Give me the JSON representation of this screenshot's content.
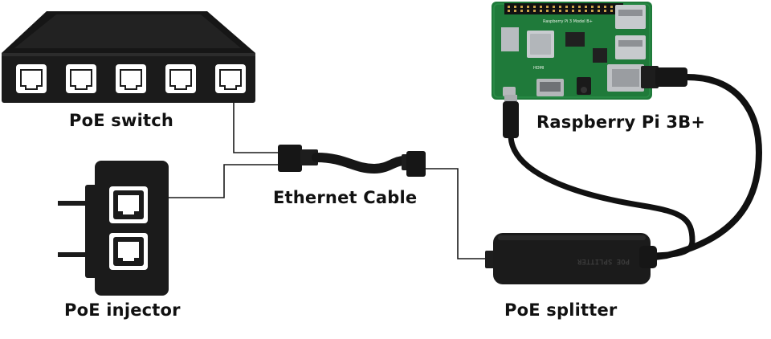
{
  "labels": {
    "poe_switch": "PoE switch",
    "poe_injector": "PoE injector",
    "ethernet_cable": "Ethernet Cable",
    "raspberry_pi": "Raspberry Pi 3B+",
    "poe_splitter": "PoE splitter"
  },
  "board_markings": {
    "model": "Raspberry Pi 3 Model B+",
    "hdmi": "HDMI"
  },
  "splitter_marking": "POE SPLITTER",
  "colors": {
    "device": "#1b1b1b",
    "wire": "#111111",
    "pcb": "#1f7a3a",
    "label_text": "#111111"
  }
}
